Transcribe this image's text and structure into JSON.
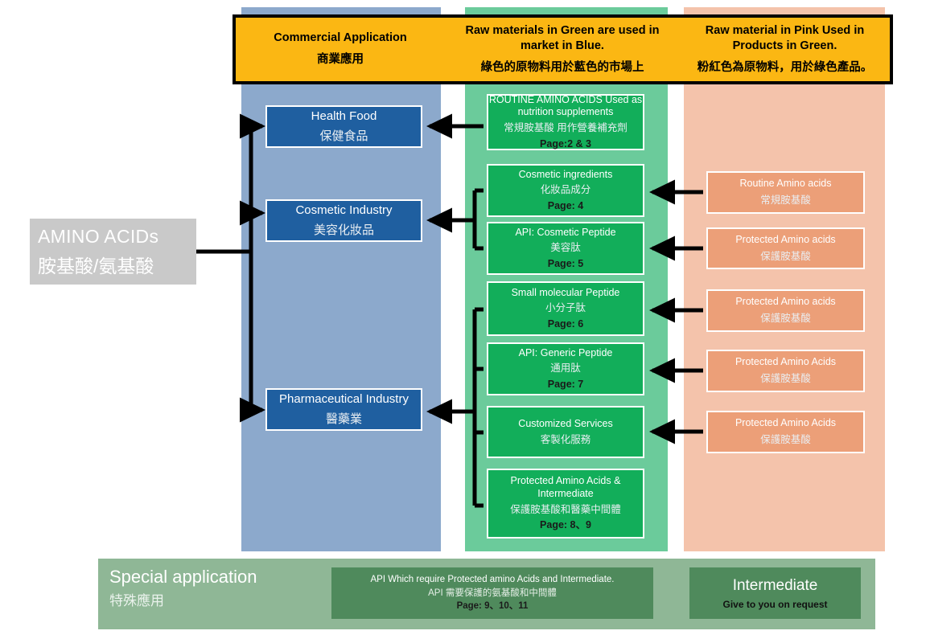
{
  "banner": {
    "columns": [
      {
        "en": "Commercial Application",
        "zh": "商業應用"
      },
      {
        "en": "Raw materials in Green are used in market in Blue.",
        "zh": "綠色的原物料用於藍色的市場上"
      },
      {
        "en": "Raw material in Pink Used in Products in Green.",
        "zh": "粉紅色為原物料，用於綠色產品。"
      }
    ]
  },
  "source": {
    "en": "AMINO ACIDs",
    "zh": "胺基酸/氨基酸"
  },
  "markets": [
    {
      "en": "Health Food",
      "zh": "保健食品"
    },
    {
      "en": "Cosmetic Industry",
      "zh": "美容化妝品"
    },
    {
      "en": "Pharmaceutical Industry",
      "zh": "醫藥業"
    }
  ],
  "products": [
    {
      "en": "ROUTINE AMINO ACIDS Used as nutrition supplements",
      "zh": "常規胺基酸 用作營養補充劑",
      "page": "Page:2 & 3"
    },
    {
      "en": "Cosmetic ingredients",
      "zh": "化妝品成分",
      "page": "Page: 4"
    },
    {
      "en": "API: Cosmetic Peptide",
      "zh": "美容肽",
      "page": "Page: 5"
    },
    {
      "en": "Small molecular Peptide",
      "zh": "小分子肽",
      "page": "Page: 6"
    },
    {
      "en": "API: Generic Peptide",
      "zh": "通用肽",
      "page": "Page: 7"
    },
    {
      "en": "Customized Services",
      "zh": "客製化服務",
      "page": ""
    },
    {
      "en": "Protected Amino Acids & Intermediate",
      "zh": "保護胺基酸和醫藥中間體",
      "page": "Page: 8、9"
    }
  ],
  "raw_materials": [
    {
      "en": "Routine Amino acids",
      "zh": "常規胺基酸"
    },
    {
      "en": "Protected Amino acids",
      "zh": "保護胺基酸"
    },
    {
      "en": "Protected Amino acids",
      "zh": "保護胺基酸"
    },
    {
      "en": "Protected Amino Acids",
      "zh": "保護胺基酸"
    },
    {
      "en": "Protected Amino Acids",
      "zh": "保護胺基酸"
    }
  ],
  "special": {
    "title_en": "Special application",
    "title_zh": "特殊應用",
    "api_line1": "API Which require Protected amino Acids and Intermediate.",
    "api_line2": "API 需要保護的氨基酸和中間體",
    "api_line3": "Page: 9、10、11",
    "intermediate_en": "Intermediate",
    "intermediate_sub": "Give to you on request"
  },
  "colors": {
    "band_blue": "#8CA9CC",
    "band_green": "#6BCB9B",
    "band_pink": "#F4C3AB",
    "node_blue": "#1F5FA0",
    "node_green": "#12AE5A",
    "node_pink": "#EC9F78",
    "banner_yellow": "#FBB713",
    "special_panel": "#8FB796",
    "special_box": "#4F8A5C",
    "source_grey": "#C9C9C9"
  }
}
